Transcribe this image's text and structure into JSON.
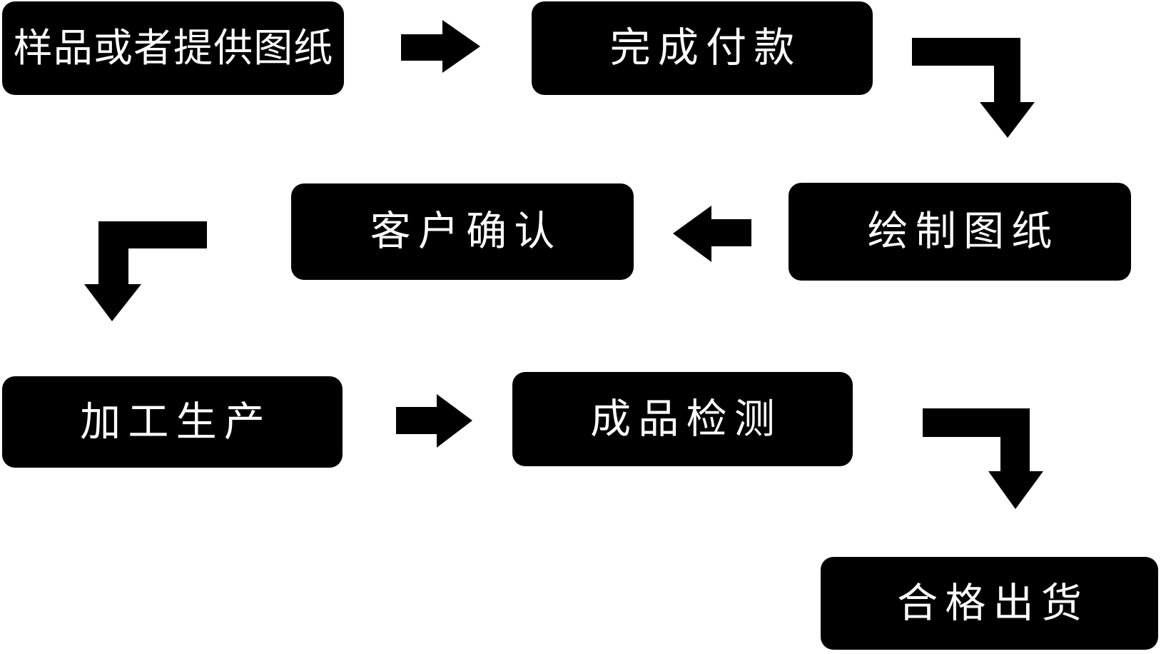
{
  "diagram": {
    "type": "flowchart",
    "background_color": "#ffffff",
    "node_fill_color": "#000000",
    "node_text_color": "#ffffff",
    "arrow_color": "#000000",
    "steps": [
      {
        "label": "样品或者提供图纸"
      },
      {
        "label": "完成付款"
      },
      {
        "label": "绘制图纸"
      },
      {
        "label": "客户确认"
      },
      {
        "label": "加工生产"
      },
      {
        "label": "成品检测"
      },
      {
        "label": "合格出货"
      }
    ],
    "connections": [
      {
        "from": "样品或者提供图纸",
        "to": "完成付款",
        "shape": "straight-right"
      },
      {
        "from": "完成付款",
        "to": "绘制图纸",
        "shape": "corner-right-then-down"
      },
      {
        "from": "绘制图纸",
        "to": "客户确认",
        "shape": "straight-left"
      },
      {
        "from": "客户确认",
        "to": "加工生产",
        "shape": "corner-left-then-down"
      },
      {
        "from": "加工生产",
        "to": "成品检测",
        "shape": "straight-right"
      },
      {
        "from": "成品检测",
        "to": "合格出货",
        "shape": "corner-right-then-down"
      }
    ]
  }
}
